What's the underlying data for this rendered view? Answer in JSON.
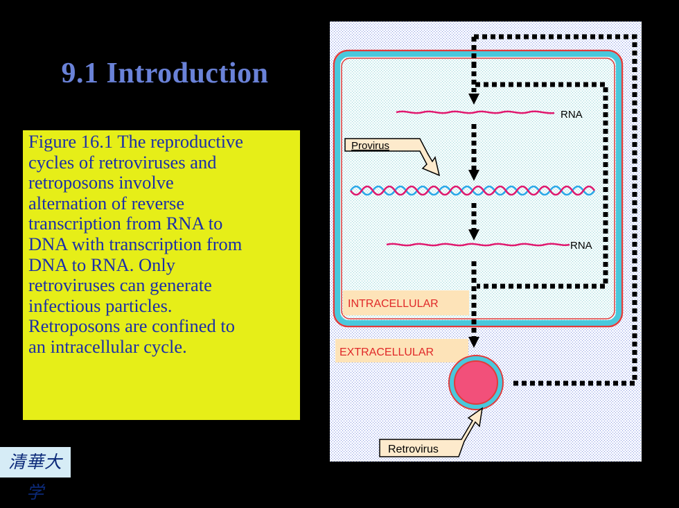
{
  "slide": {
    "title": "9.1 Introduction",
    "caption": "Figure 16.1 The reproductive\ncycles of retroviruses and\nretroposons involve\nalternation of reverse\ntranscription from RNA to\nDNA with transcription from\nDNA to RNA. Only\nretroviruses can generate\ninfectious particles.\nRetroposons are confined to\nan intracellular cycle.",
    "logo_text": "清華大学"
  },
  "figure": {
    "labels": {
      "rna_top": "RNA",
      "rna_bottom": "RNA",
      "provirus": "Provirus",
      "intracellular": "INTRACELLULAR",
      "extracellular": "EXTRACELLULAR",
      "retrovirus": "Retrovirus"
    },
    "colors": {
      "cell_border_outer": "#e23a3a",
      "cell_border_inner": "#49c8dc",
      "rna": "#e0186e",
      "dna_strand_a": "#2aa8e8",
      "dna_strand_b": "#e0186e",
      "zone_label_bg": "#fde3b8",
      "zone_label_text": "#e02828",
      "callout_bg": "#fdeacc",
      "virus_fill": "#f2507a"
    }
  }
}
